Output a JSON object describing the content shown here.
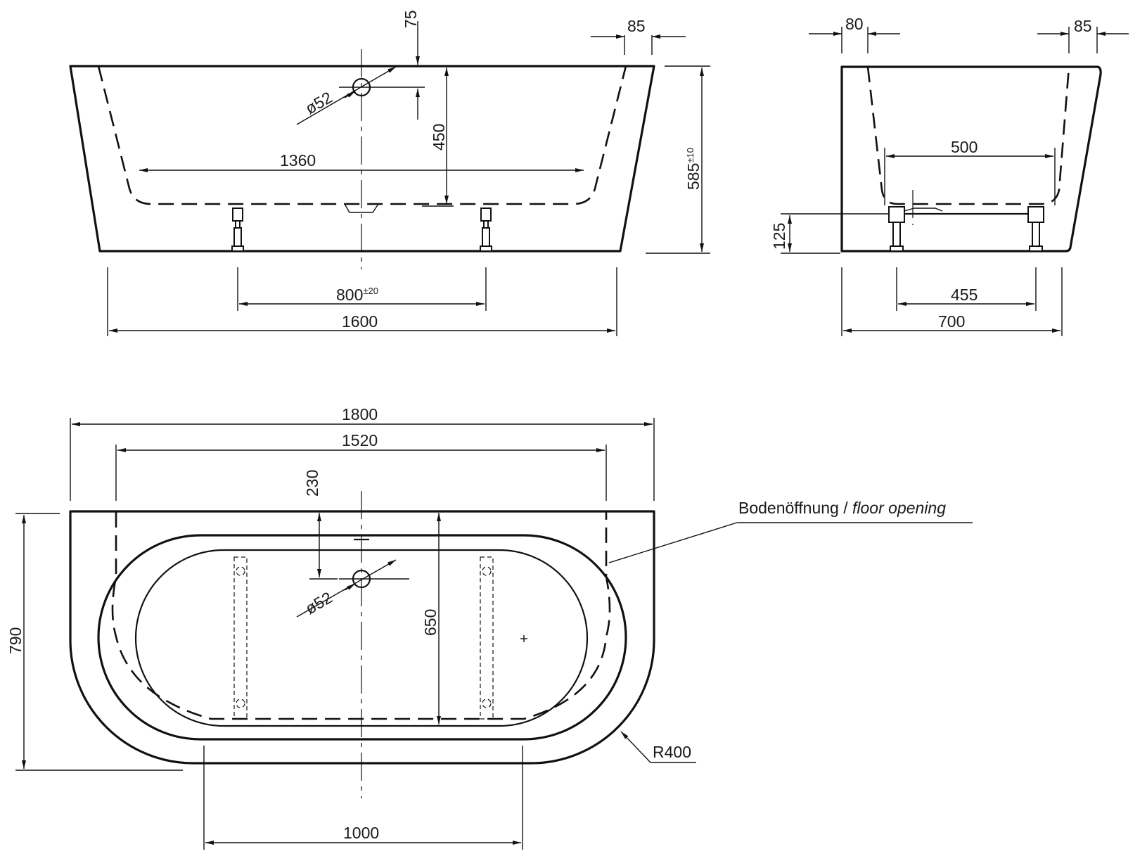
{
  "side_view": {
    "length_overall": "1600",
    "inner_length": "1360",
    "feet_spacing": "800",
    "feet_spacing_tol": "±20",
    "rim_thickness": "85",
    "overflow_from_top": "75",
    "overflow_diameter": "ø52",
    "depth_to_overflow": "450",
    "height": "585",
    "height_tol": "±10"
  },
  "end_view": {
    "rim_left": "80",
    "rim_right": "85",
    "inner_bottom_width": "500",
    "floor_clearance": "125",
    "feet_spacing": "455",
    "width_overall": "700"
  },
  "plan_view": {
    "length_overall": "1800",
    "length_inner": "1520",
    "overflow_from_wall": "230",
    "overflow_diameter": "ø52",
    "inner_width": "650",
    "width_overall": "790",
    "straight_front": "1000",
    "radius": "R400",
    "floor_opening_de": "Bodenöffnung",
    "floor_opening_sep": " / ",
    "floor_opening_en": "floor opening"
  }
}
